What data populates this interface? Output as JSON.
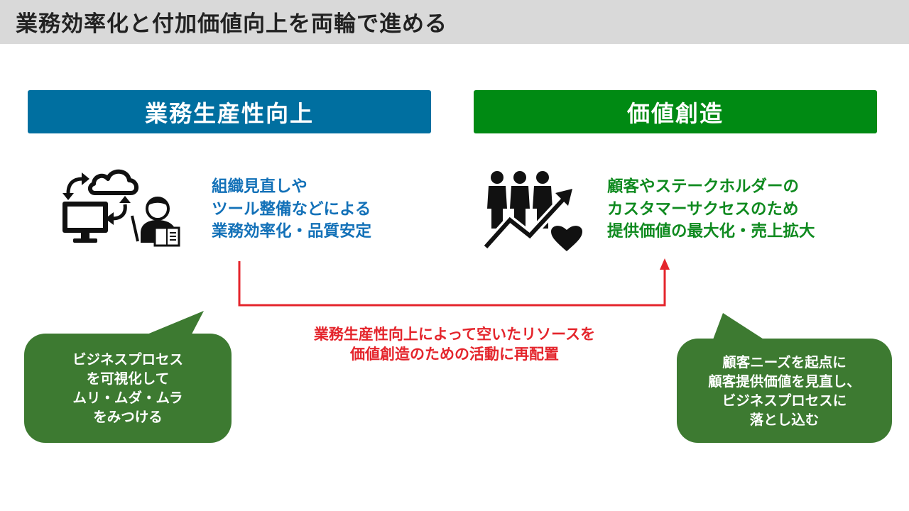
{
  "page": {
    "title": "業務効率化と付加価値向上を両輪で進める"
  },
  "left_panel": {
    "header": "業務生産性向上",
    "header_color": "#006fa0",
    "icon": "computer-cloud-teacher-icon",
    "description_lines": [
      "組織見直しや",
      "ツール整備などによる",
      "業務効率化・品質安定"
    ],
    "bubble_lines": [
      "ビジネスプロセス",
      "を可視化して",
      "ムリ・ムダ・ムラ",
      "をみつける"
    ]
  },
  "right_panel": {
    "header": "価値創造",
    "header_color": "#008a13",
    "icon": "people-growth-heart-icon",
    "description_lines": [
      "顧客やステークホルダーの",
      "カスタマーサクセスのため",
      "提供価値の最大化・売上拡大"
    ],
    "bubble_lines": [
      "顧客ニーズを起点に",
      "顧客提供価値を見直し、",
      "ビジネスプロセスに",
      "落とし込む"
    ]
  },
  "flow": {
    "lines": [
      "業務生産性向上によって空いたリソースを",
      "価値創造のための活動に再配置"
    ],
    "color": "#e4252c"
  },
  "colors": {
    "bubble": "#3d7a31",
    "left_text": "#1371b8",
    "right_text": "#0f8a1f"
  }
}
